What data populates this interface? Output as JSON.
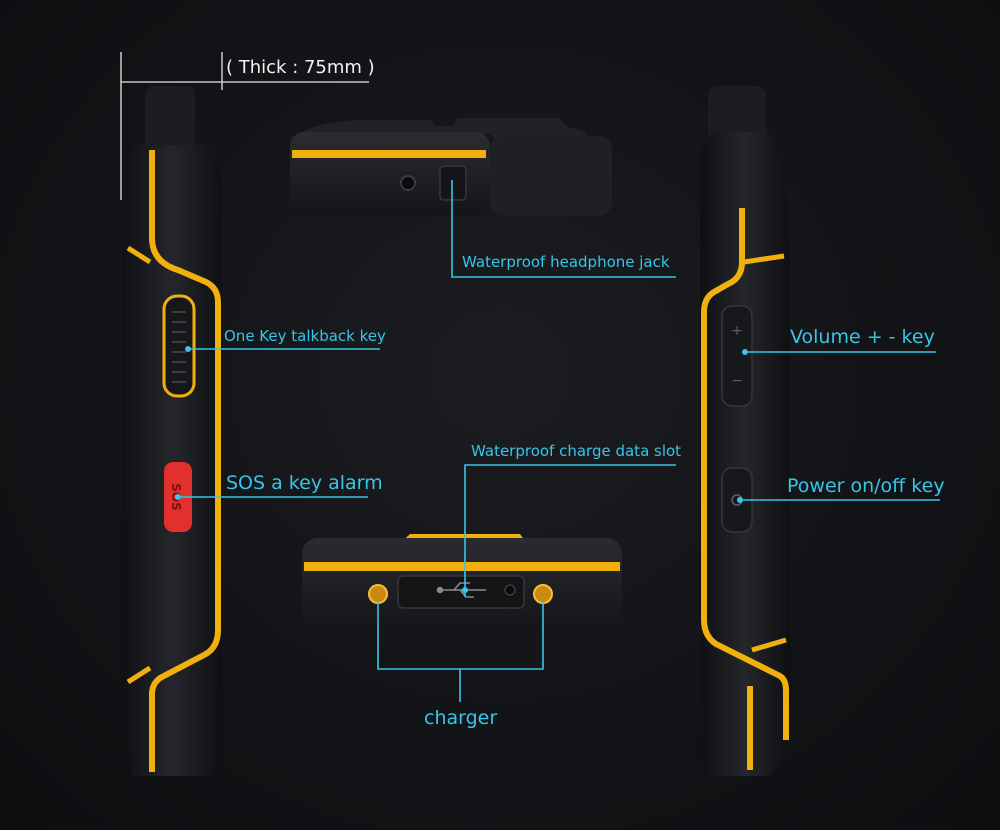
{
  "labels": {
    "thickness": "( Thick : 75mm )",
    "headphone_jack": "Waterproof headphone jack",
    "talkback_key": "One Key talkback key",
    "sos_alarm": "SOS a key alarm",
    "charge_slot": "Waterproof charge data slot",
    "charger": "charger",
    "volume_key": "Volume + - key",
    "power_key": "Power on/off key"
  },
  "device_text": {
    "sos_button": "SOS"
  },
  "colors": {
    "background": "#101114",
    "device_body": "#1b1c20",
    "accent_yellow": "#f2b00f",
    "callout_blue": "#35c6e8",
    "sos_red": "#e2302c"
  }
}
